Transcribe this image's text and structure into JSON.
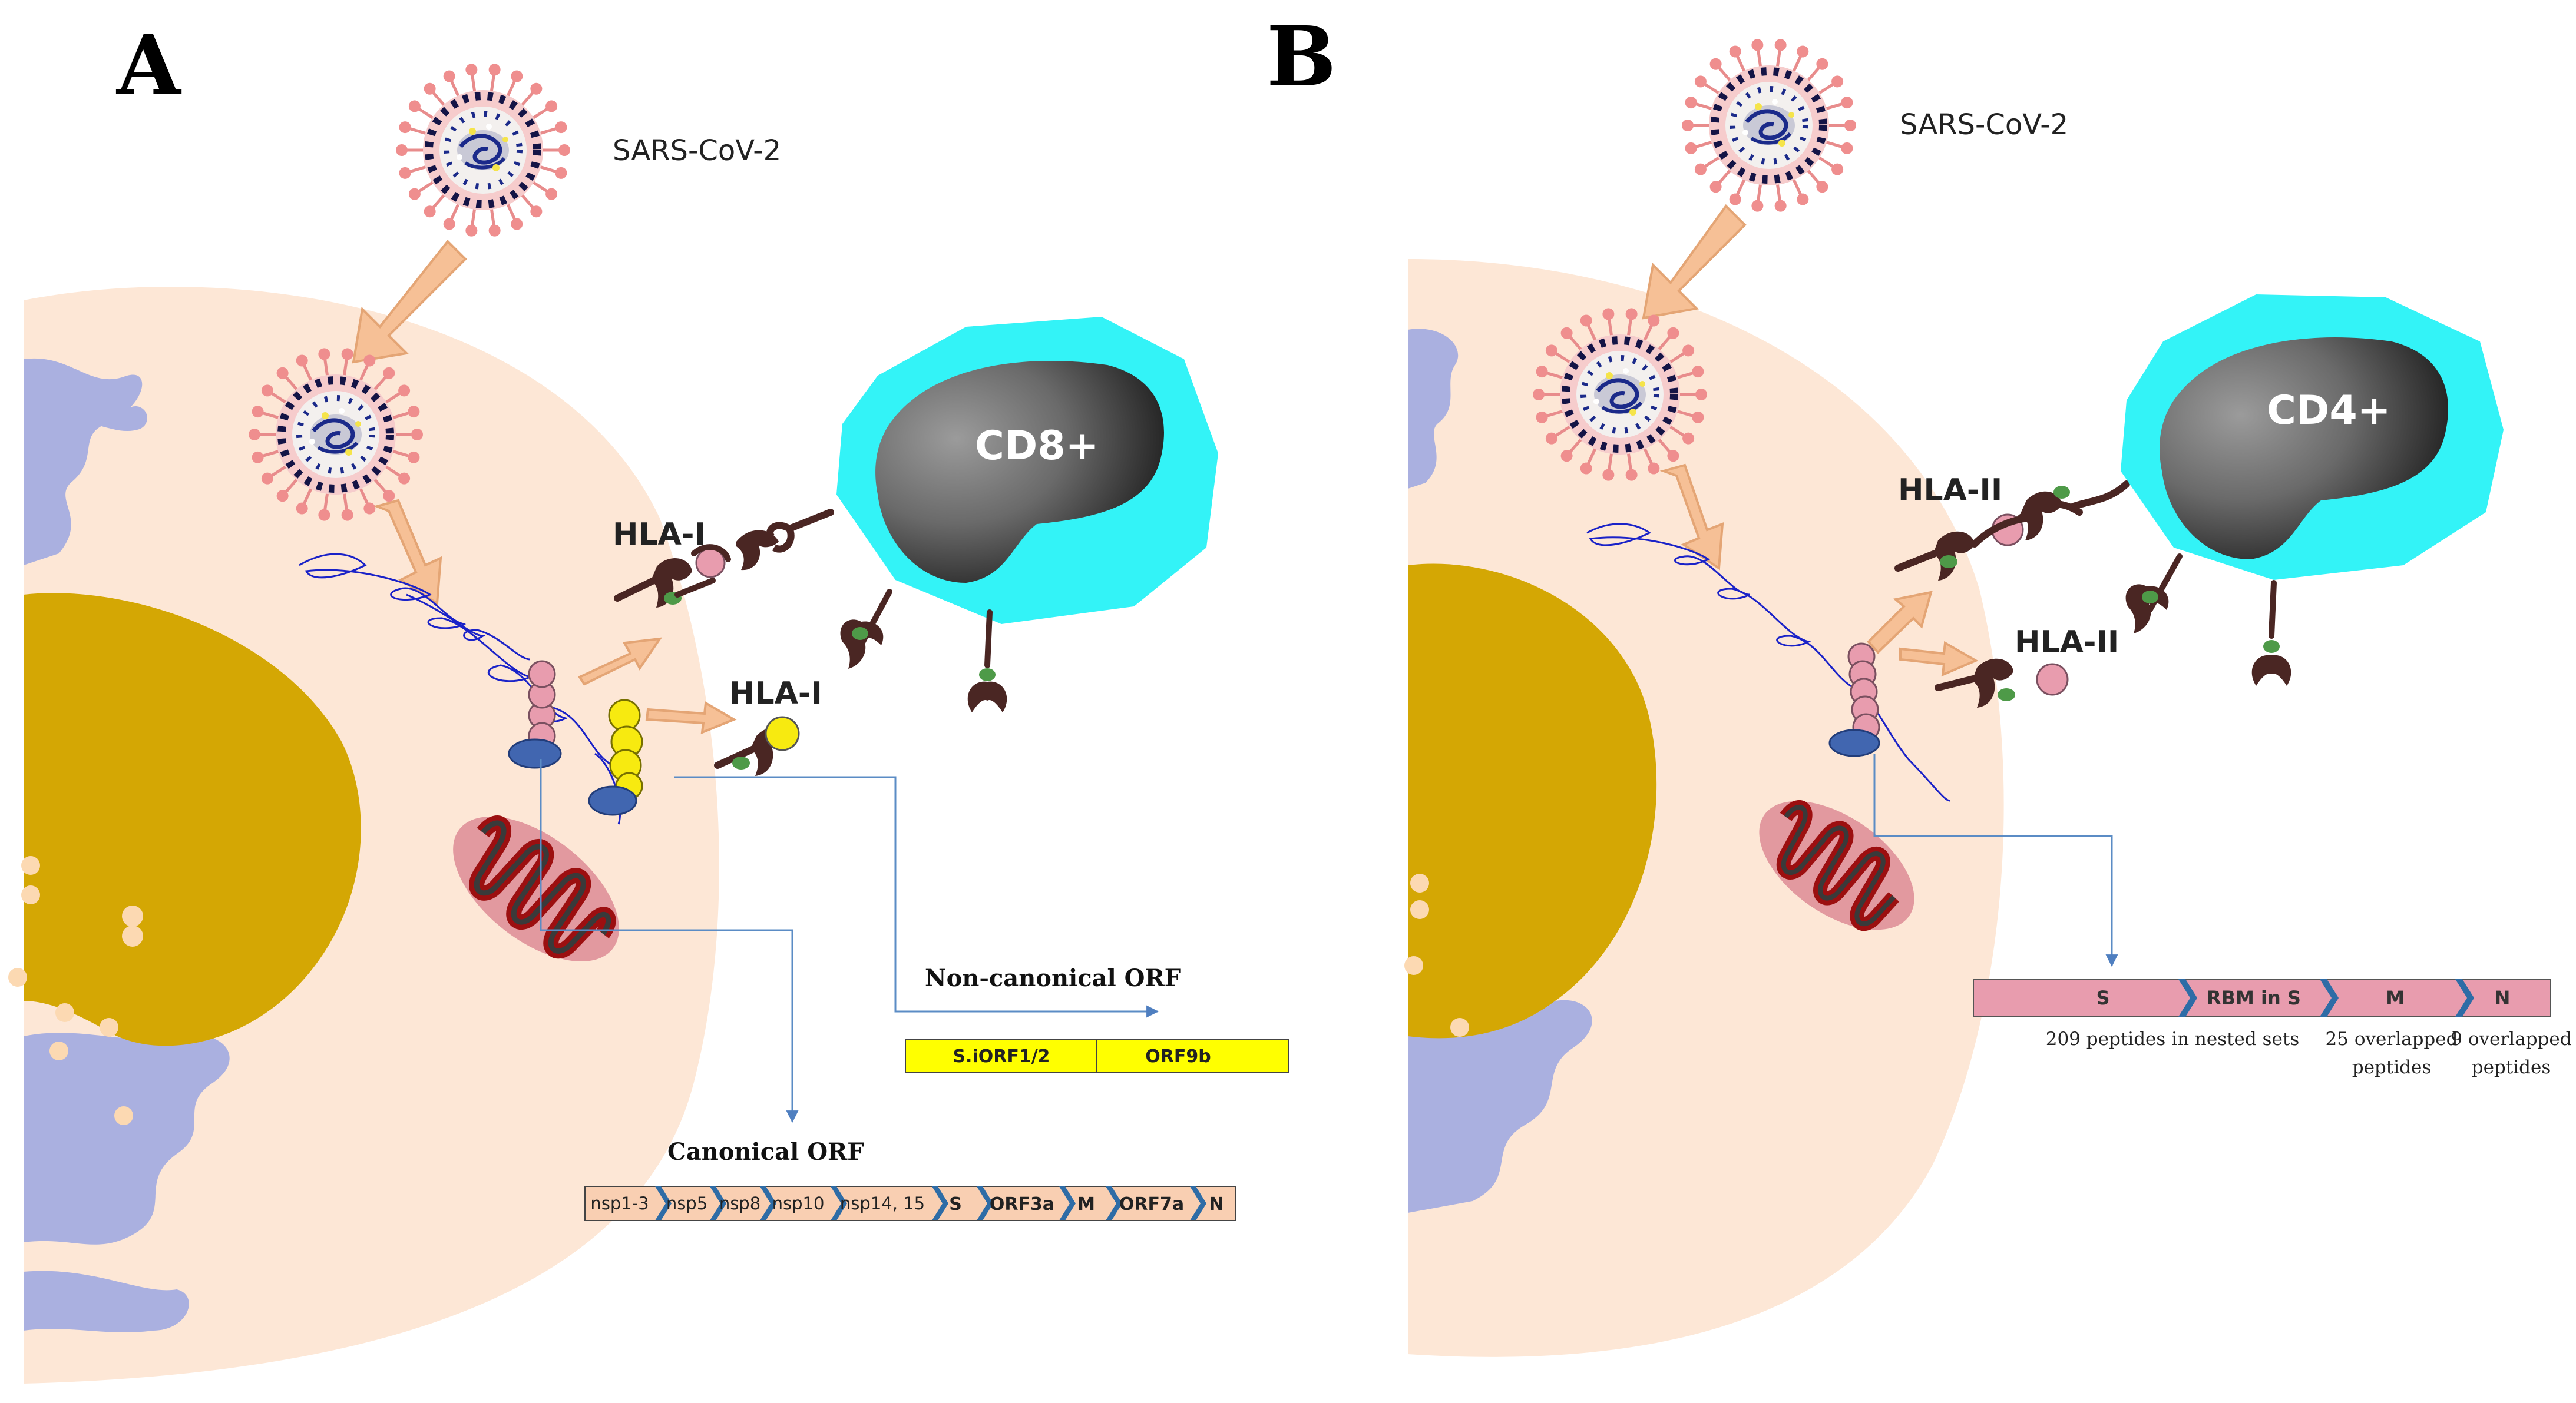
{
  "panels": {
    "a": {
      "letter": "A",
      "virus_label": "SARS-CoV-2",
      "hla_labels": [
        "HLA-I",
        "HLA-I"
      ],
      "tcell_label": "CD8+",
      "canonical": {
        "title": "Canonical ORF",
        "segments": [
          "nsp1-3",
          "nsp5",
          "nsp8",
          "nsp10",
          "nsp14, 15",
          "S",
          "ORF3a",
          "M",
          "ORF7a",
          "N"
        ]
      },
      "noncanonical": {
        "title": "Non-canonical ORF",
        "segments": [
          "S.iORF1/2",
          "ORF9b"
        ]
      }
    },
    "b": {
      "letter": "B",
      "virus_label": "SARS-CoV-2",
      "hla_labels": [
        "HLA-II",
        "HLA-II"
      ],
      "tcell_label": "CD4+",
      "peptides": {
        "segments": [
          "S",
          "RBM in S",
          "M",
          "N"
        ],
        "notes": [
          "209 peptides in nested sets",
          "25 overlapped",
          "peptides",
          "9 overlapped",
          "peptides"
        ]
      }
    }
  },
  "colors": {
    "cell": "#fde7d6",
    "nucleus": "#d4a704",
    "er": "#aab0e0",
    "tcell_outer": "#33f3f7",
    "arrow": "#f6c096",
    "canonical_segment": "#f9cfb2",
    "noncanonical_segment": "#ffff00",
    "peptide_segment": "#e89cae",
    "chevron": "#2e6ca6",
    "leader_line": "#5b8cc5",
    "rna": "#1a22c8",
    "mito": "#e2999f",
    "hla": "#4a2623"
  }
}
